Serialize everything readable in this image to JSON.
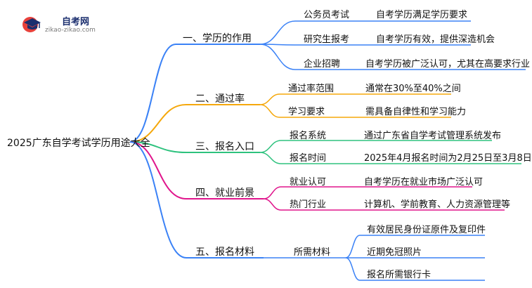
{
  "logo": {
    "title": "自考网",
    "url": "zikao-zikao.com"
  },
  "root": "2025广东自学考试学历用途大全",
  "colors": {
    "blue": "#3b82f6",
    "orange": "#f5a80c",
    "green": "#2ec27e",
    "magenta": "#e0158c",
    "navy": "#1b2e6e",
    "logo_red": "#e8413b"
  },
  "branches": [
    {
      "label": "一、学历的作用",
      "color": "blue",
      "children": [
        {
          "label": "公务员考试",
          "leaves": [
            "自考学历满足学历要求"
          ]
        },
        {
          "label": "研究生报考",
          "leaves": [
            "自考学历有效，提供深造机会"
          ]
        },
        {
          "label": "企业招聘",
          "leaves": [
            "自考学历被广泛认可，尤其在高要求行业"
          ]
        }
      ]
    },
    {
      "label": "二、通过率",
      "color": "orange",
      "children": [
        {
          "label": "通过率范围",
          "leaves": [
            "通常在30%至40%之间"
          ]
        },
        {
          "label": "学习要求",
          "leaves": [
            "需具备自律性和学习能力"
          ]
        }
      ]
    },
    {
      "label": "三、报名入口",
      "color": "green",
      "children": [
        {
          "label": "报名系统",
          "leaves": [
            "通过广东省自学考试管理系统发布"
          ]
        },
        {
          "label": "报名时间",
          "leaves": [
            "2025年4月报名时间为2月25日至3月8日"
          ]
        }
      ]
    },
    {
      "label": "四、就业前景",
      "color": "magenta",
      "children": [
        {
          "label": "就业认可",
          "leaves": [
            "自考学历在就业市场广泛认可"
          ]
        },
        {
          "label": "热门行业",
          "leaves": [
            "计算机、学前教育、人力资源管理等"
          ]
        }
      ]
    },
    {
      "label": "五、报名材料",
      "color": "blue",
      "children": [
        {
          "label": "所需材料",
          "leaves": [
            "有效居民身份证原件及复印件",
            "近期免冠照片",
            "报名所需银行卡"
          ]
        }
      ]
    }
  ]
}
